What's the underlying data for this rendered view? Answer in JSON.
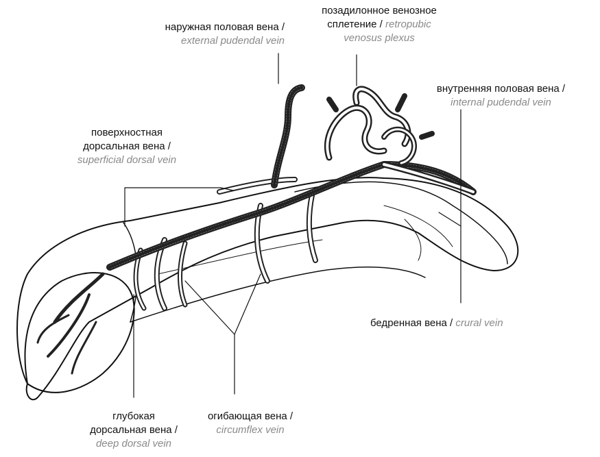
{
  "colors": {
    "ink": "#111111",
    "english_label": "#8a8a8a",
    "background": "#ffffff"
  },
  "labels": {
    "external_pudendal": {
      "ru": "наружная половая вена /",
      "en": "external pudendal vein"
    },
    "retropubic": {
      "ru_line1": "позадилонное венозное",
      "ru_line2": "сплетение /",
      "en_line1": "retropubic",
      "en_line2": "venosus plexus"
    },
    "internal_pudendal": {
      "ru": "внутренняя половая вена /",
      "en": "internal pudendal vein"
    },
    "superficial_dorsal": {
      "ru_line1": "поверхностная",
      "ru_line2": "дорсальная вена /",
      "en": "superficial dorsal vein"
    },
    "crural": {
      "ru": "бедренная вена /",
      "en": "crural vein"
    },
    "deep_dorsal": {
      "ru_line1": "глубокая",
      "ru_line2": "дорсальная вена /",
      "en": "deep dorsal vein"
    },
    "circumflex": {
      "ru": "огибающая вена /",
      "en": "circumflex vein"
    }
  }
}
